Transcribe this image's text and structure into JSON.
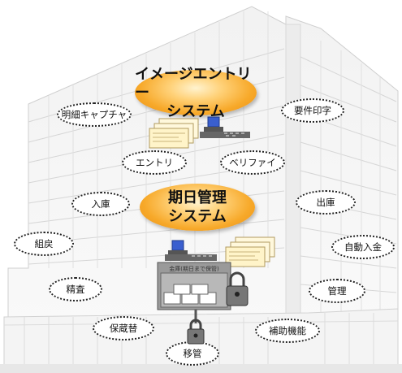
{
  "systems": {
    "image_entry": {
      "line1": "イメージエントリー",
      "line2": "システム"
    },
    "date_management": {
      "line1": "期日管理",
      "line2": "システム"
    }
  },
  "functions": {
    "detail_capture": "明細キャプチャ",
    "requirement_print": "要件印字",
    "entry": "エントリ",
    "verify": "ベリファイ",
    "warehousing_in": "入庫",
    "warehousing_out": "出庫",
    "return_item": "組戻",
    "auto_deposit": "自動入金",
    "inspection": "精査",
    "management": "管理",
    "storage_change": "保蔵替",
    "auxiliary_function": "補助機能",
    "transfer": "移管"
  },
  "vault": {
    "label": "金庫(期日まで保管)"
  }
}
